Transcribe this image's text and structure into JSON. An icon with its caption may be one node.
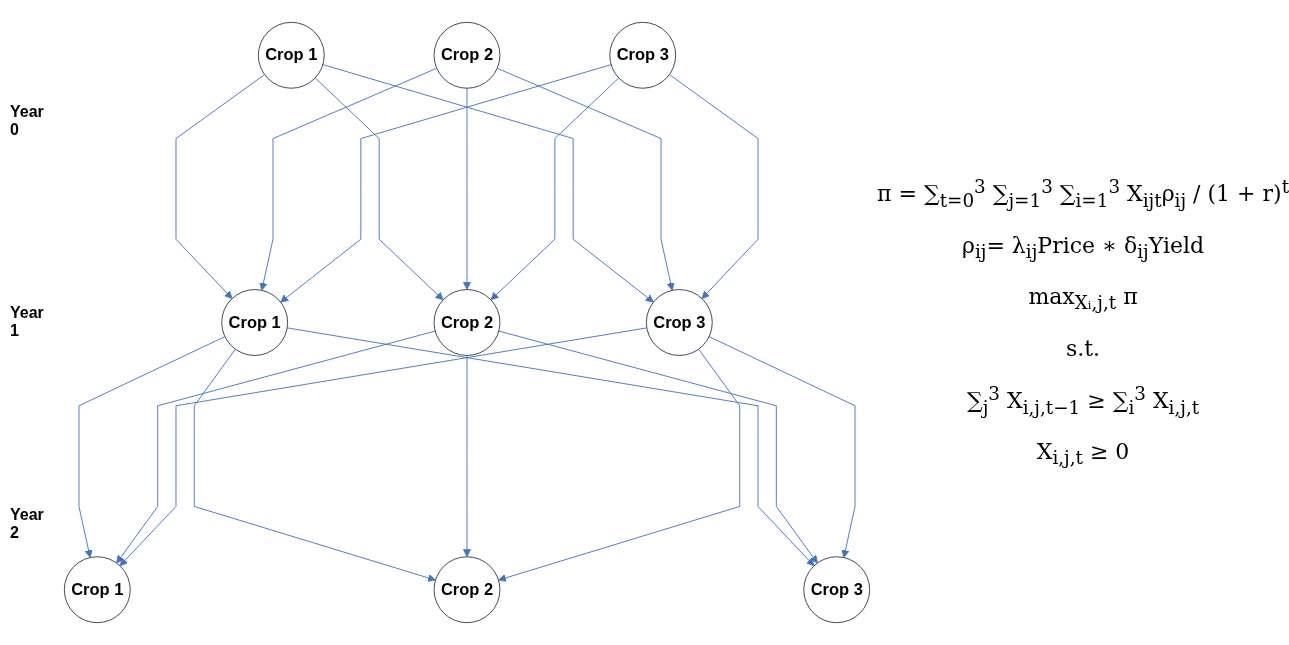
{
  "diagram": {
    "nodes": [
      {
        "text": [
          "Crop 1"
        ]
      },
      {
        "text": [
          "Crop 2"
        ]
      },
      {
        "text": [
          "Crop 3"
        ]
      },
      {
        "text": [
          "Crop 1"
        ]
      },
      {
        "text": [
          "Crop 2"
        ]
      },
      {
        "text": [
          "Crop 3"
        ]
      },
      {
        "text": [
          "Crop 1"
        ]
      },
      {
        "text": [
          "Crop 2"
        ]
      },
      {
        "text": [
          "Crop 3"
        ]
      }
    ],
    "edges": [
      {
        "from": 0,
        "to": 3,
        "arrow": "to"
      },
      {
        "from": 0,
        "to": 4,
        "arrow": "to"
      },
      {
        "from": 0,
        "to": 5,
        "arrow": "to"
      },
      {
        "from": 1,
        "to": 3,
        "arrow": "to"
      },
      {
        "from": 1,
        "to": 4,
        "arrow": "to"
      },
      {
        "from": 1,
        "to": 5,
        "arrow": "to"
      },
      {
        "from": 2,
        "to": 3,
        "arrow": "to"
      },
      {
        "from": 2,
        "to": 4,
        "arrow": "to"
      },
      {
        "from": 2,
        "to": 5,
        "arrow": "to"
      },
      {
        "from": 3,
        "to": 6,
        "arrow": "to"
      },
      {
        "from": 3,
        "to": 7,
        "arrow": "to"
      },
      {
        "from": 3,
        "to": 8,
        "arrow": "to"
      },
      {
        "from": 4,
        "to": 6,
        "arrow": "to"
      },
      {
        "from": 4,
        "to": 7,
        "arrow": "to"
      },
      {
        "from": 4,
        "to": 8,
        "arrow": "to"
      },
      {
        "from": 5,
        "to": 6,
        "arrow": "to"
      },
      {
        "from": 5,
        "to": 7,
        "arrow": "to"
      },
      {
        "from": 5,
        "to": 8,
        "arrow": "to"
      }
    ],
    "labels": [
      "Year 0",
      "Year 1",
      "Year 2",
      "π = ∑$_{t=0}$$^{3}$ ∑$_{j=1}$$^{3}$ ∑$_{i=1}$$^{3}$ X$_{ijt}$ρ$_{ij}$ / (1 + r)$^{t}$",
      "ρ$_{ij}$= λ$_{ij}$Price ∗ δ$_{ij}$Yield",
      "max$_{Xᵢ,j,t}$ π",
      "s.t.",
      "∑$_{j}$$^{3}$ X$_{i,j,t−1}$ ≥ ∑$_{i}$$^{3}$ X$_{i,j,t}$",
      "X$_{i,j,t}$ ≥ 0"
    ]
  }
}
